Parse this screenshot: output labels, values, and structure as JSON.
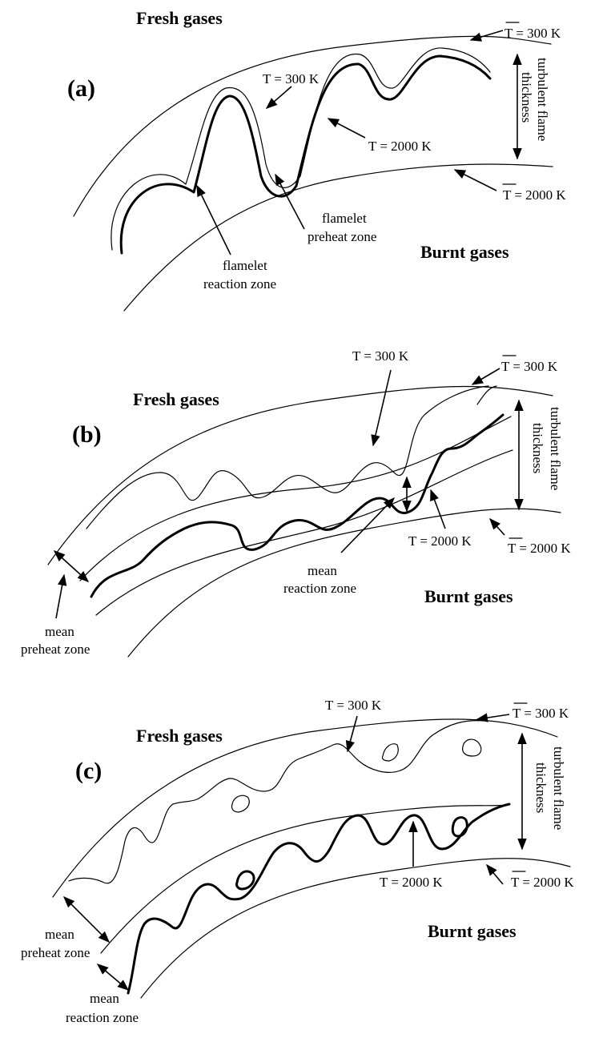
{
  "panel_a": {
    "letter": "(a)",
    "fresh": "Fresh gases",
    "burnt": "Burnt gases",
    "tbar_cold": "T = 300 K",
    "tbar_hot": "T = 2000 K",
    "t_cold": "T = 300 K",
    "t_hot": "T = 2000 K",
    "thickness_1": "turbulent flame",
    "thickness_2": "thickness",
    "reaction_1": "flamelet",
    "reaction_2": "reaction zone",
    "preheat_1": "flamelet",
    "preheat_2": "preheat zone"
  },
  "panel_b": {
    "letter": "(b)",
    "fresh": "Fresh gases",
    "burnt": "Burnt gases",
    "tbar_cold": "T = 300 K",
    "tbar_hot": "T = 2000 K",
    "t_cold": "T = 300 K",
    "t_hot": "T = 2000 K",
    "thickness_1": "turbulent flame",
    "thickness_2": "thickness",
    "mean_reaction_1": "mean",
    "mean_reaction_2": "reaction zone",
    "mean_preheat_1": "mean",
    "mean_preheat_2": "preheat zone"
  },
  "panel_c": {
    "letter": "(c)",
    "fresh": "Fresh gases",
    "burnt": "Burnt gases",
    "tbar_cold": "T = 300 K",
    "tbar_hot": "T = 2000 K",
    "t_cold": "T = 300 K",
    "t_hot": "T = 2000 K",
    "thickness_1": "turbulent flame",
    "thickness_2": "thickness",
    "mean_preheat_1": "mean",
    "mean_preheat_2": "preheat zone",
    "mean_reaction_1": "mean",
    "mean_reaction_2": "reaction zone"
  }
}
